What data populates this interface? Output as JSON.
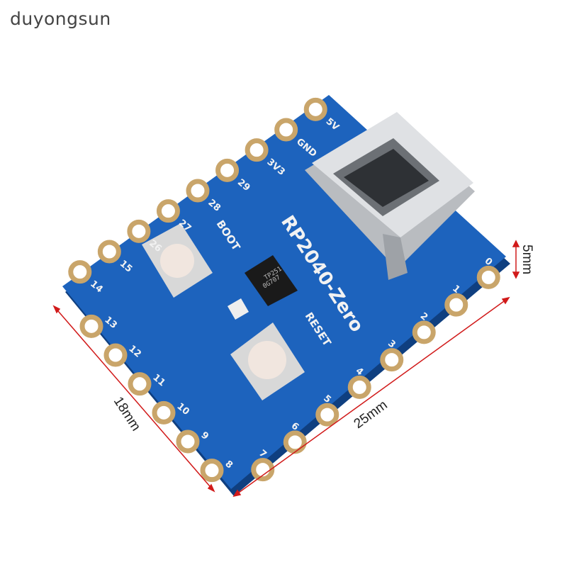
{
  "watermark": "duyongsun",
  "board": {
    "name": "RP2040-Zero",
    "boot_label": "BOOT",
    "reset_label": "RESET",
    "chip_text": [
      "TP251",
      "0G707"
    ],
    "top_pins": [
      "5V",
      "GND",
      "3V3",
      "29",
      "28",
      "27",
      "26",
      "15",
      "14"
    ],
    "left_pins": [
      "13",
      "12",
      "11",
      "10",
      "9",
      "8"
    ],
    "bottom_pins": [
      "7",
      "6",
      "5",
      "4",
      "3",
      "2",
      "1",
      "0"
    ]
  },
  "dimensions": {
    "width": "25mm",
    "height": "18mm",
    "thickness": "5mm"
  },
  "colors": {
    "pcb": "#1a5fb4",
    "pad": "#c9a56a",
    "dimension_line": "#d11a1a"
  }
}
